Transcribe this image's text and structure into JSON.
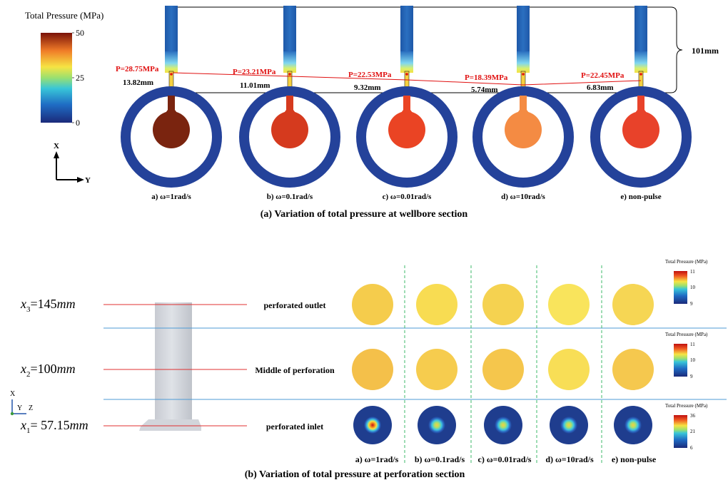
{
  "top": {
    "legend": {
      "title": "Total Pressure (MPa)",
      "ticks": [
        "50",
        "25",
        "0"
      ]
    },
    "axes": {
      "x": "X",
      "y": "Y"
    },
    "height_label": "101mm",
    "panels": [
      {
        "caption": "a) ω=1rad/s",
        "pressure": "P=28.75MPa",
        "length": "13.82mm",
        "fill": "#7a240f"
      },
      {
        "caption": "b) ω=0.1rad/s",
        "pressure": "P=23.21MPa",
        "length": "11.01mm",
        "fill": "#d53a1e"
      },
      {
        "caption": "c) ω=0.01rad/s",
        "pressure": "P=22.53MPa",
        "length": "9.32mm",
        "fill": "#ea4424"
      },
      {
        "caption": "d) ω=10rad/s",
        "pressure": "P=18.39MPa",
        "length": "5.74mm",
        "fill": "#f48b43"
      },
      {
        "caption": "e) non-pulse",
        "pressure": "P=22.45MPa",
        "length": "6.83mm",
        "fill": "#e8422a"
      }
    ],
    "title": "(a)  Variation of total pressure at wellbore section"
  },
  "bottom": {
    "sections": [
      {
        "pos_var": "x",
        "pos_sub": "3",
        "pos_value": "=145",
        "pos_unit": "mm",
        "label": "perforated outlet",
        "legend_title": "Total Pressure (MPa)",
        "legend_ticks": [
          "11",
          "10",
          "9"
        ],
        "fills": [
          "#f5cc4c",
          "#f8dc52",
          "#f5d250",
          "#f9e45c",
          "#f6d654"
        ]
      },
      {
        "pos_var": "x",
        "pos_sub": "2",
        "pos_value": "=100",
        "pos_unit": "mm",
        "label": "Middle of perforation",
        "legend_title": "Total Pressure (MPa)",
        "legend_ticks": [
          "11",
          "10",
          "9"
        ],
        "fills": [
          "#f4c04a",
          "#f6cc4e",
          "#f5c64c",
          "#f8de56",
          "#f5c84e"
        ]
      },
      {
        "pos_var": "x",
        "pos_sub": "1",
        "pos_value": "= 57.15",
        "pos_unit": "mm",
        "label": "perforated inlet",
        "legend_title": "Total Pressure (MPa)",
        "legend_ticks": [
          "36",
          "21",
          "6"
        ],
        "fills": [
          "#1f3d8e",
          "#1f3d8e",
          "#1f3d8e",
          "#1f3d8e",
          "#1f3d8e"
        ]
      }
    ],
    "columns": [
      "a) ω=1rad/s",
      "b) ω=0.1rad/s",
      "c) ω=0.01rad/s",
      "d) ω=10rad/s",
      "e) non-pulse"
    ],
    "axes": {
      "x": "X",
      "y": "Y",
      "z": "Z"
    },
    "title": "(b)  Variation of total pressure at perforation section"
  }
}
